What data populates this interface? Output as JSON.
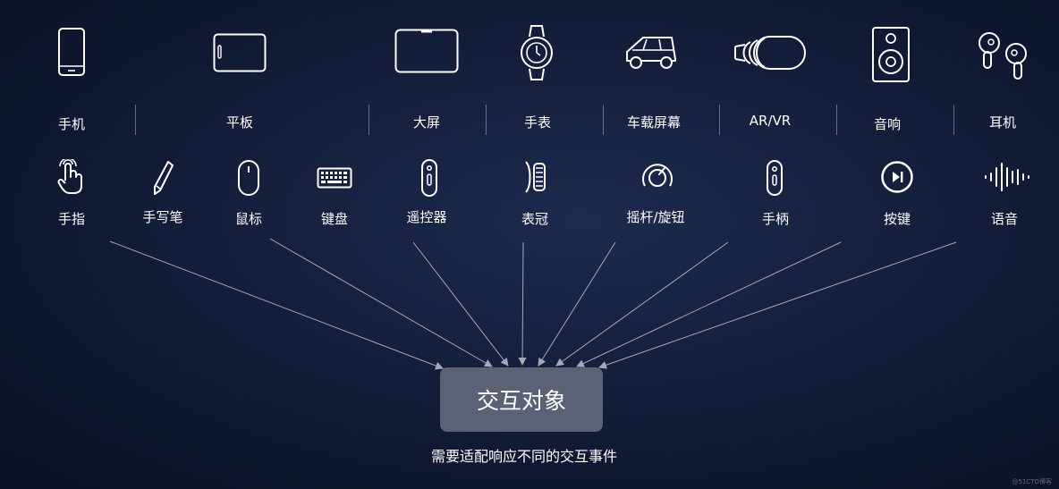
{
  "devices": [
    {
      "label": "手机",
      "icon": "smartphone-icon"
    },
    {
      "label": "平板",
      "icon": "tablet-icon"
    },
    {
      "label": "大屏",
      "icon": "tv-screen-icon"
    },
    {
      "label": "手表",
      "icon": "watch-icon"
    },
    {
      "label": "车载屏幕",
      "icon": "car-icon"
    },
    {
      "label": "AR/VR",
      "icon": "vr-headset-icon"
    },
    {
      "label": "音响",
      "icon": "speaker-icon"
    },
    {
      "label": "耳机",
      "icon": "earbuds-icon"
    }
  ],
  "inputs": [
    {
      "label": "手指",
      "icon": "finger-touch-icon"
    },
    {
      "label": "手写笔",
      "icon": "stylus-pen-icon"
    },
    {
      "label": "鼠标",
      "icon": "mouse-icon"
    },
    {
      "label": "键盘",
      "icon": "keyboard-icon"
    },
    {
      "label": "遥控器",
      "icon": "remote-control-icon"
    },
    {
      "label": "表冠",
      "icon": "watch-crown-icon"
    },
    {
      "label": "摇杆/旋钮",
      "icon": "joystick-knob-icon"
    },
    {
      "label": "手柄",
      "icon": "controller-icon"
    },
    {
      "label": "按键",
      "icon": "play-pause-button-icon"
    },
    {
      "label": "语音",
      "icon": "voice-wave-icon"
    }
  ],
  "target": {
    "label": "交互对象"
  },
  "caption": "需要适配响应不同的交互事件",
  "watermark": "@51CTO博客",
  "colors": {
    "arrow": "#a3a9b7",
    "box": "#5b6276"
  }
}
